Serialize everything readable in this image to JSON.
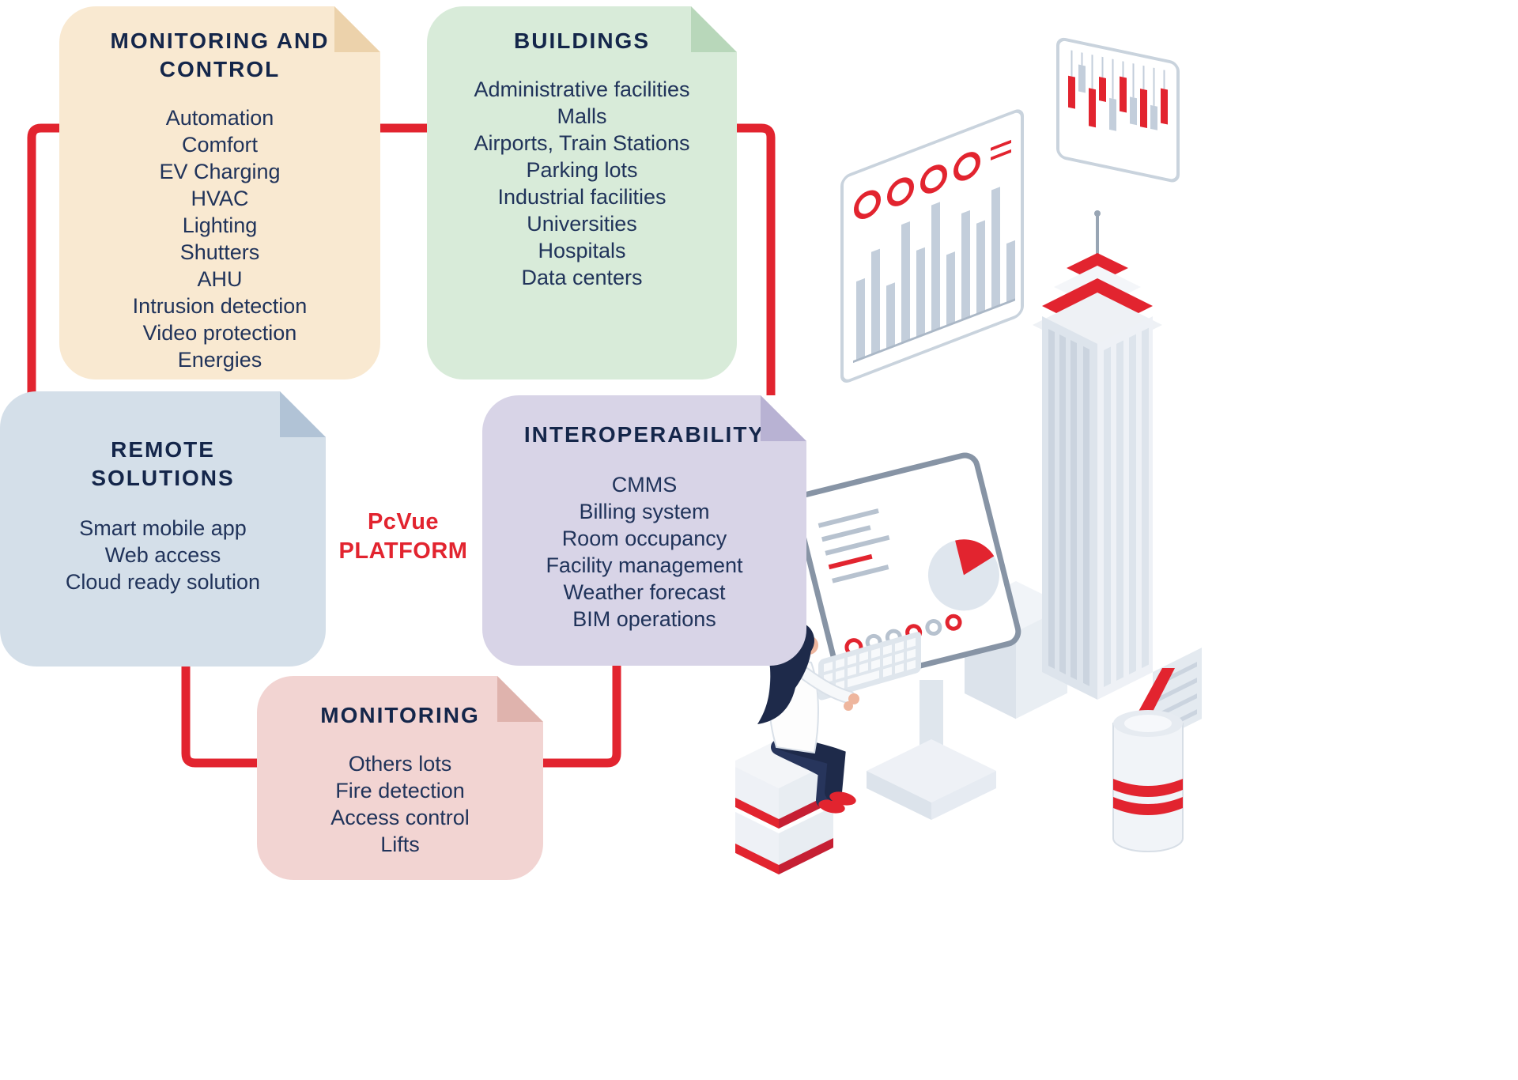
{
  "platform": {
    "name": "PcVue",
    "subtitle": "PLATFORM"
  },
  "boxes": {
    "monitoring_control": {
      "title": "MONITORING AND CONTROL",
      "items": [
        "Automation",
        "Comfort",
        "EV Charging",
        "HVAC",
        "Lighting",
        "Shutters",
        "AHU",
        "Intrusion detection",
        "Video protection",
        "Energies"
      ]
    },
    "buildings": {
      "title": "BUILDINGS",
      "items": [
        "Administrative facilities",
        "Malls",
        "Airports, Train Stations",
        "Parking lots",
        "Industrial facilities",
        "Universities",
        "Hospitals",
        "Data centers"
      ]
    },
    "remote_solutions": {
      "title": "REMOTE SOLUTIONS",
      "items": [
        "Smart mobile app",
        "Web access",
        "Cloud ready solution"
      ]
    },
    "interoperability": {
      "title": "INTEROPERABILITY",
      "items": [
        "CMMS",
        "Billing system",
        "Room occupancy",
        "Facility management",
        "Weather forecast",
        "BIM operations"
      ]
    },
    "monitoring": {
      "title": "MONITORING",
      "items": [
        "Others lots",
        "Fire detection",
        "Access control",
        "Lifts"
      ]
    }
  },
  "colors": {
    "accent_red": "#e2242f",
    "title_navy": "#14264a",
    "item_navy": "#20335a",
    "box_monitoring_control": "#f9e9d1",
    "box_buildings": "#d8ebd9",
    "box_remote_solutions": "#d4dfe9",
    "box_interoperability": "#d8d4e7",
    "box_monitoring": "#f2d4d2",
    "illustration_gray": "#dde4ec"
  },
  "icons": {
    "dashboard_panel": "dashboard-panel-illustration",
    "bar_chart_panel": "bar-chart-panel-illustration",
    "building": "building-illustration",
    "workstation": "workstation-illustration",
    "person": "person-illustration",
    "power_cylinder": "power-cylinder-illustration",
    "lightning": "lightning-icon"
  }
}
